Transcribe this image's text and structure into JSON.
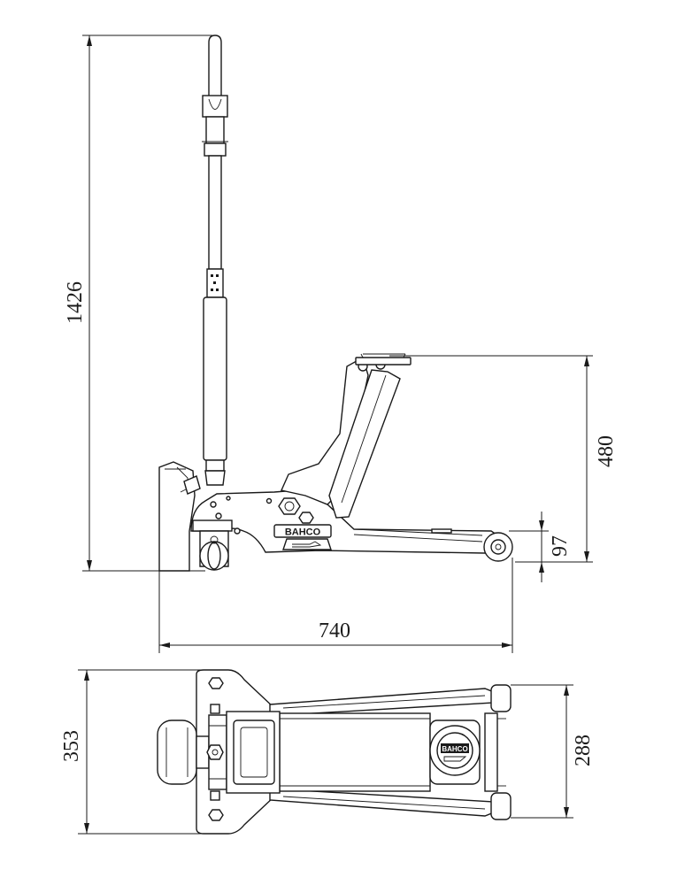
{
  "brand": {
    "side_plate_text": "BAHCO",
    "pump_badge_text": "BAHCO"
  },
  "dimensions": {
    "max_height_with_handle": "1426",
    "max_lift_height": "480",
    "min_height": "97",
    "length": "740",
    "width": "353",
    "saddle_width": "288"
  },
  "colors": {
    "line": "#1a1a1a",
    "background": "#ffffff"
  }
}
